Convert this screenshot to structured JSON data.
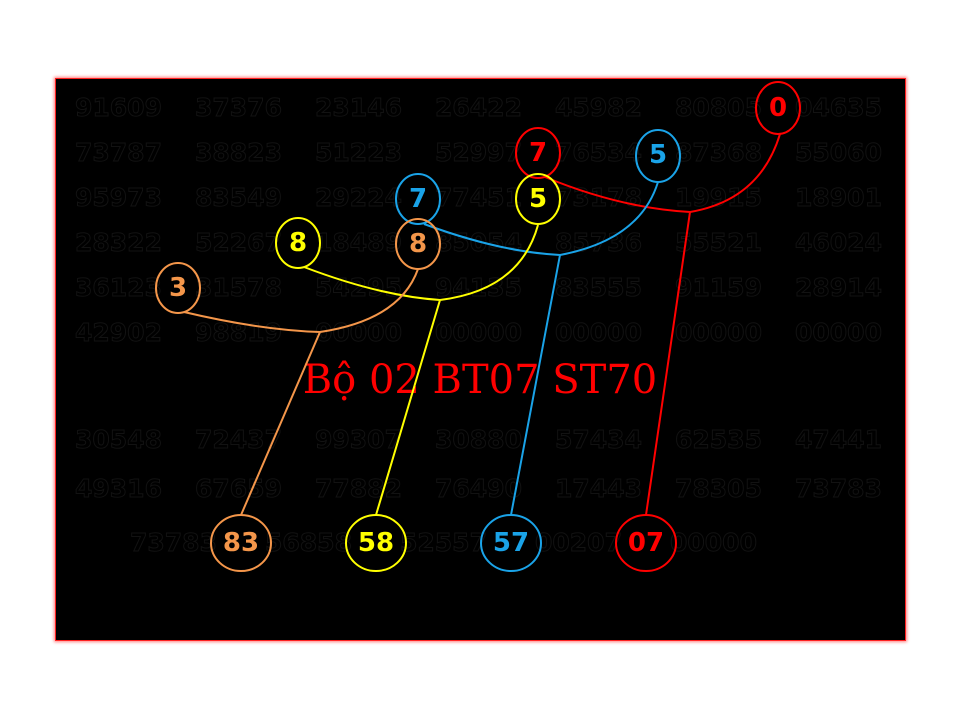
{
  "rows": [
    "91609 37376 23146 26422 45982 80805 04635",
    "73787 38823 51223 52997 76534 87368 55060",
    "95973 83549 29224 77451 73178 19915 18901",
    "28322 52267 18489 85054 85736 55521 46024",
    "36123 31578 54295 94135 83555 91159 28914",
    "42902 98819 00000 00000 00000 00000 00000",
    "30548 72437 99307 30880 57434 62535 47441",
    "49316 67659 77882 76490 17443 78305 73783",
    "73783 56858 52557 00207 00000"
  ],
  "title": "Bộ 02 BT07 ST70",
  "markers": {
    "red_0": "0",
    "red_7": "7",
    "blue_5": "5",
    "blue_7": "7",
    "yellow_5": "5",
    "yellow_8": "8",
    "orange_8": "8",
    "orange_3": "3"
  },
  "results": {
    "orange": "83",
    "yellow": "58",
    "blue": "57",
    "red": "07"
  },
  "colors": {
    "red": "#ff0000",
    "blue": "#1aa3e8",
    "yellow": "#ffff00",
    "orange": "#f4964a",
    "border": "#ff2020"
  }
}
